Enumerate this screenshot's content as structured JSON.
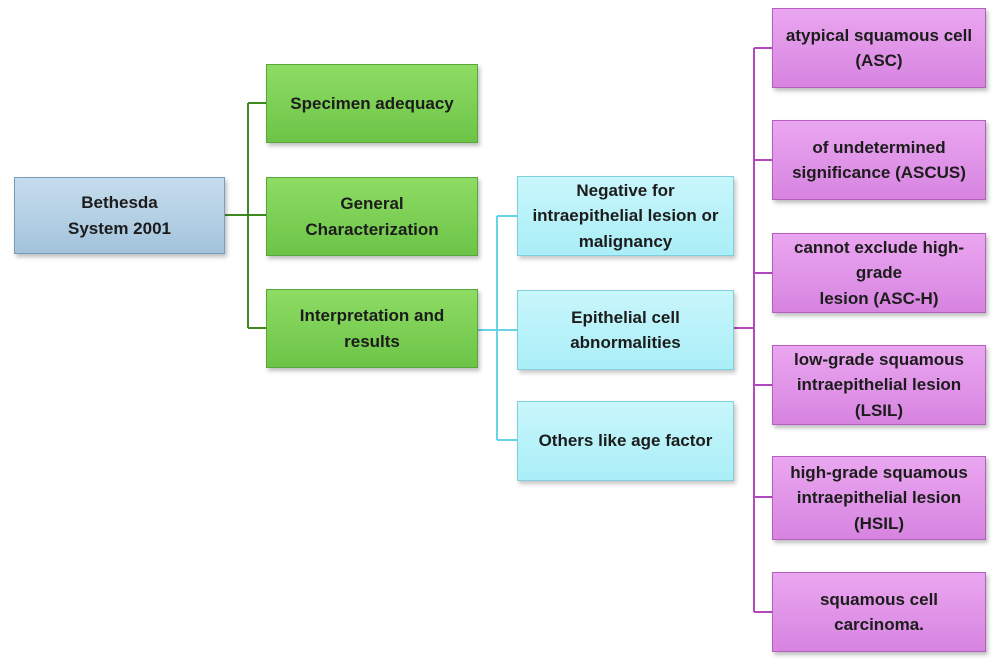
{
  "colors": {
    "root": "#a9c9e0",
    "level1": "#78cc52",
    "level2": "#b8f2f9",
    "level3": "#de8fe6",
    "green_line": "#3f8a1f",
    "cyan_line": "#66d4e6",
    "purple_line": "#b148bd"
  },
  "root": {
    "label": "Bethesda\nSystem 2001"
  },
  "level1": [
    {
      "label": "Specimen adequacy"
    },
    {
      "label": "General Characterization"
    },
    {
      "label": "Interpretation and results"
    }
  ],
  "level2": [
    {
      "label": "Negative for intraepithelial lesion or malignancy"
    },
    {
      "label": "Epithelial cell\nabnormalities"
    },
    {
      "label": "Others like age factor"
    }
  ],
  "level3": [
    {
      "label": "atypical squamous cell\n(ASC)"
    },
    {
      "label": "of undetermined\nsignificance (ASCUS)"
    },
    {
      "label": "cannot exclude high-grade\nlesion (ASC-H)"
    },
    {
      "label": "low-grade squamous\nintraepithelial lesion (LSIL)"
    },
    {
      "label": "high-grade squamous\nintraepithelial lesion\n(HSIL)"
    },
    {
      "label": "squamous cell carcinoma."
    }
  ]
}
